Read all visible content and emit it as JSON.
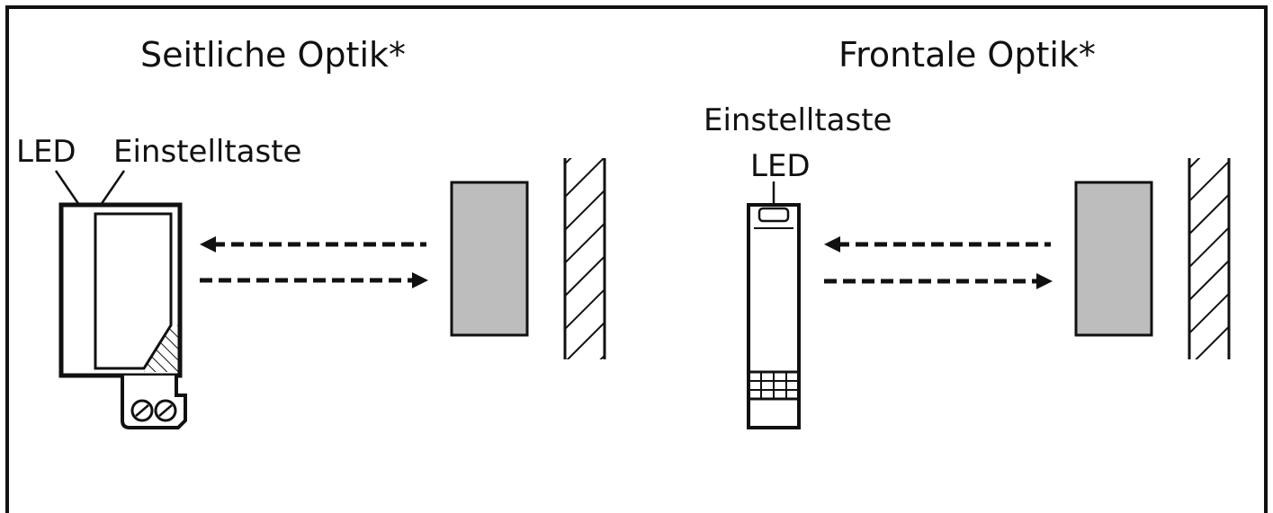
{
  "left_panel": {
    "title": "Seitliche Optik*",
    "label_led": "LED",
    "label_button": "Einstelltaste"
  },
  "right_panel": {
    "title": "Frontale Optik*",
    "label_button": "Einstelltaste",
    "label_led": "LED"
  },
  "colors": {
    "stroke": "#111111",
    "target_fill": "#bdbdbd",
    "background": "#ffffff"
  },
  "icons": {
    "arrow": "dashed-arrow",
    "wall": "hatched-wall"
  }
}
